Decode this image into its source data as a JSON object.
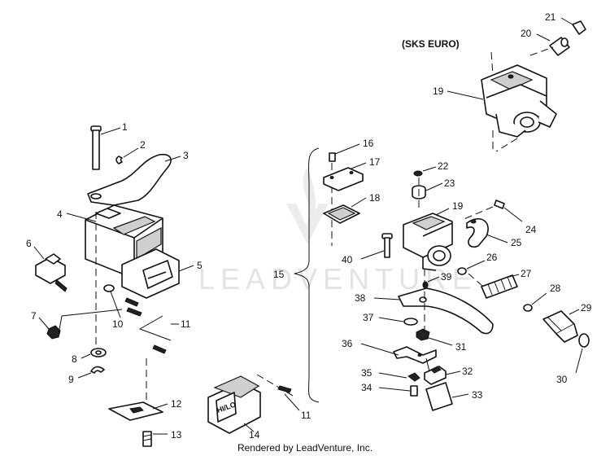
{
  "heading": "(SKS EURO)",
  "watermark": "LEADVENTURE",
  "credit": "Rendered by LeadVenture, Inc.",
  "switch_label": "HI/LO",
  "callouts": {
    "c1": "1",
    "c2": "2",
    "c3": "3",
    "c4": "4",
    "c5": "5",
    "c6": "6",
    "c7": "7",
    "c8": "8",
    "c9": "9",
    "c10": "10",
    "c11a": "11",
    "c11b": "11",
    "c12": "12",
    "c13": "13",
    "c14": "14",
    "c15": "15",
    "c16": "16",
    "c17": "17",
    "c18": "18",
    "c19a": "19",
    "c19b": "19",
    "c20": "20",
    "c21": "21",
    "c22": "22",
    "c23": "23",
    "c24": "24",
    "c25": "25",
    "c26": "26",
    "c27": "27",
    "c28": "28",
    "c29": "29",
    "c30": "30",
    "c31": "31",
    "c32": "32",
    "c33": "33",
    "c34": "34",
    "c35": "35",
    "c36": "36",
    "c37": "37",
    "c38": "38",
    "c39": "39",
    "c40": "40"
  }
}
